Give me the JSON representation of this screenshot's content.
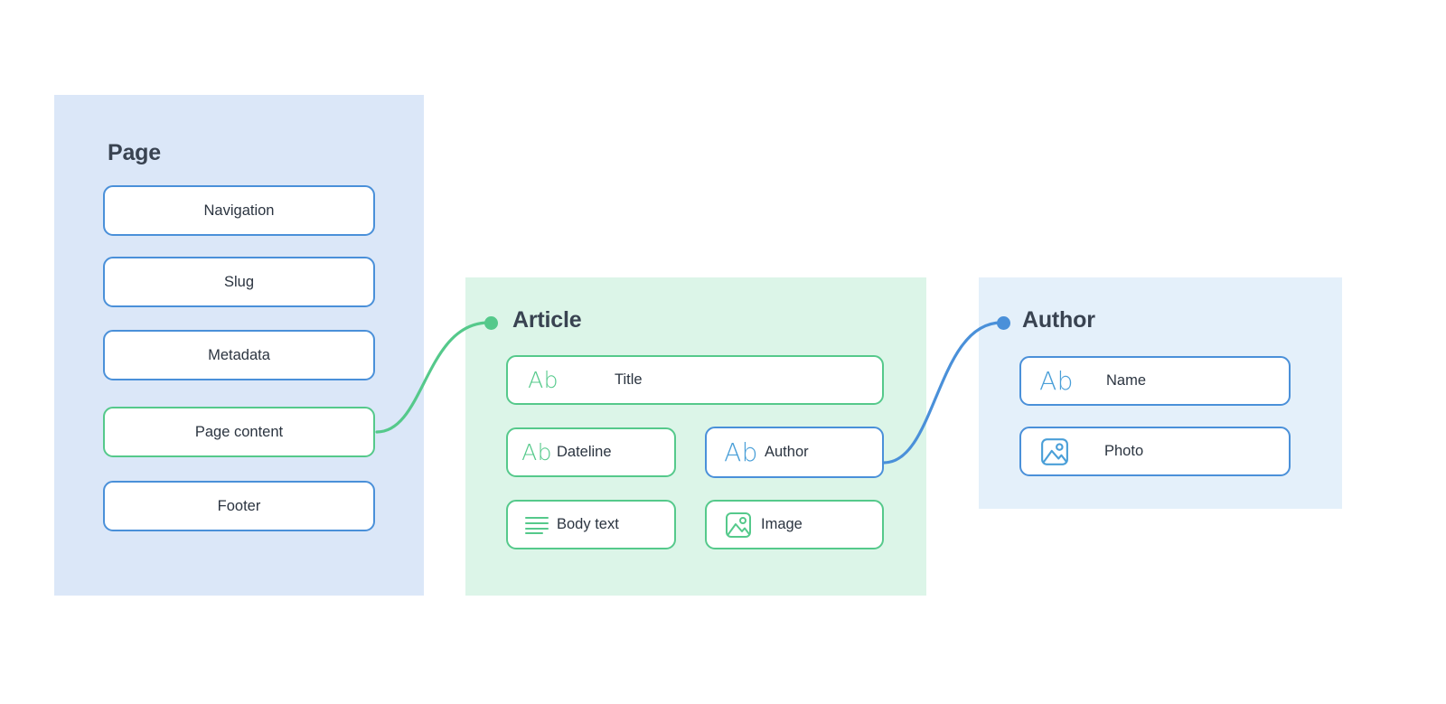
{
  "colors": {
    "page_panel_bg": "#dbe7f8",
    "article_panel_bg": "#dcf5e8",
    "author_panel_bg": "#e4f0fa",
    "blue_accent": "#4a90d9",
    "green_accent": "#55c98b",
    "title_text": "#394351",
    "label_text": "#2b3440",
    "canvas_bg": "#ffffff"
  },
  "panels": [
    {
      "id": "page",
      "title": "Page",
      "accent": "#4a90d9",
      "fields": [
        {
          "label": "Navigation",
          "accent": "green_or_blue",
          "border": "blue",
          "icon": null,
          "layout": "centered"
        },
        {
          "label": "Slug",
          "border": "blue",
          "icon": null,
          "layout": "centered"
        },
        {
          "label": "Metadata",
          "border": "blue",
          "icon": null,
          "layout": "centered"
        },
        {
          "label": "Page content",
          "border": "green",
          "icon": null,
          "layout": "centered"
        },
        {
          "label": "Footer",
          "border": "blue",
          "icon": null,
          "layout": "centered"
        }
      ]
    },
    {
      "id": "article",
      "title": "Article",
      "accent": "#55c98b",
      "fields": [
        {
          "label": "Title",
          "border": "green",
          "icon": "ab-icon",
          "icon_text": "Ab"
        },
        {
          "label": "Dateline",
          "border": "green",
          "icon": "ab-icon",
          "icon_text": "Ab"
        },
        {
          "label": "Author",
          "border": "blue",
          "icon": "ab-icon",
          "icon_text": "Ab"
        },
        {
          "label": "Body text",
          "border": "green",
          "icon": "lines-icon",
          "icon_text": ""
        },
        {
          "label": "Image",
          "border": "green",
          "icon": "image-icon",
          "icon_text": ""
        }
      ]
    },
    {
      "id": "author",
      "title": "Author",
      "accent": "#4a90d9",
      "fields": [
        {
          "label": "Name",
          "border": "blue",
          "icon": "ab-icon",
          "icon_text": "Ab"
        },
        {
          "label": "Photo",
          "border": "blue",
          "icon": "image-icon",
          "icon_text": ""
        }
      ]
    }
  ],
  "connectors": [
    {
      "id": "page-content-to-article",
      "color": "#55c98b",
      "from": "Page content",
      "to": "Article"
    },
    {
      "id": "article-author-to-author",
      "color": "#4a90d9",
      "from": "Author",
      "to": "Author"
    }
  ]
}
